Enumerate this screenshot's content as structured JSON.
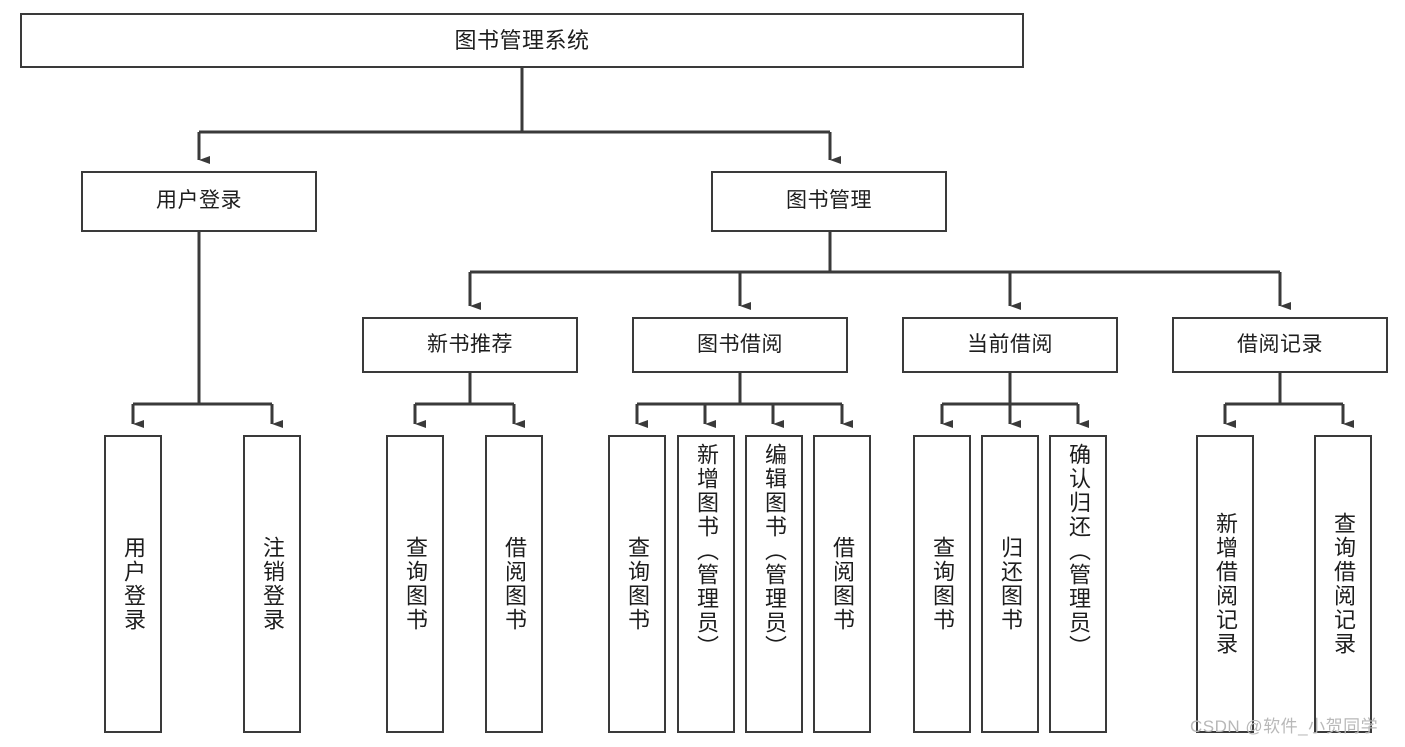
{
  "diagram": {
    "type": "tree",
    "title": "图书管理系统",
    "watermark": "CSDN @软件_小贺同学",
    "colors": {
      "box_border": "#3a3a3a",
      "box_fill": "#ffffff",
      "connector": "#3a3a3a",
      "text": "#1d1d1d",
      "watermark": "#b8b8b8"
    },
    "levels": {
      "root": {
        "label": "图书管理系统"
      },
      "level1": [
        {
          "label": "用户登录"
        },
        {
          "label": "图书管理"
        }
      ],
      "level2": [
        {
          "label": "新书推荐"
        },
        {
          "label": "图书借阅"
        },
        {
          "label": "当前借阅"
        },
        {
          "label": "借阅记录"
        }
      ],
      "leaves": {
        "user_login": [
          {
            "label": "用户登录"
          },
          {
            "label": "注销登录"
          }
        ],
        "new_book_recommend": [
          {
            "label": "查询图书"
          },
          {
            "label": "借阅图书"
          }
        ],
        "book_borrow": [
          {
            "label": "查询图书"
          },
          {
            "label": "新增图书（管理员）"
          },
          {
            "label": "编辑图书（管理员）"
          },
          {
            "label": "借阅图书"
          }
        ],
        "current_borrow": [
          {
            "label": "查询图书"
          },
          {
            "label": "归还图书"
          },
          {
            "label": "确认归还（管理员）"
          }
        ],
        "borrow_record": [
          {
            "label": "新增借阅记录"
          },
          {
            "label": "查询借阅记录"
          }
        ]
      }
    }
  }
}
